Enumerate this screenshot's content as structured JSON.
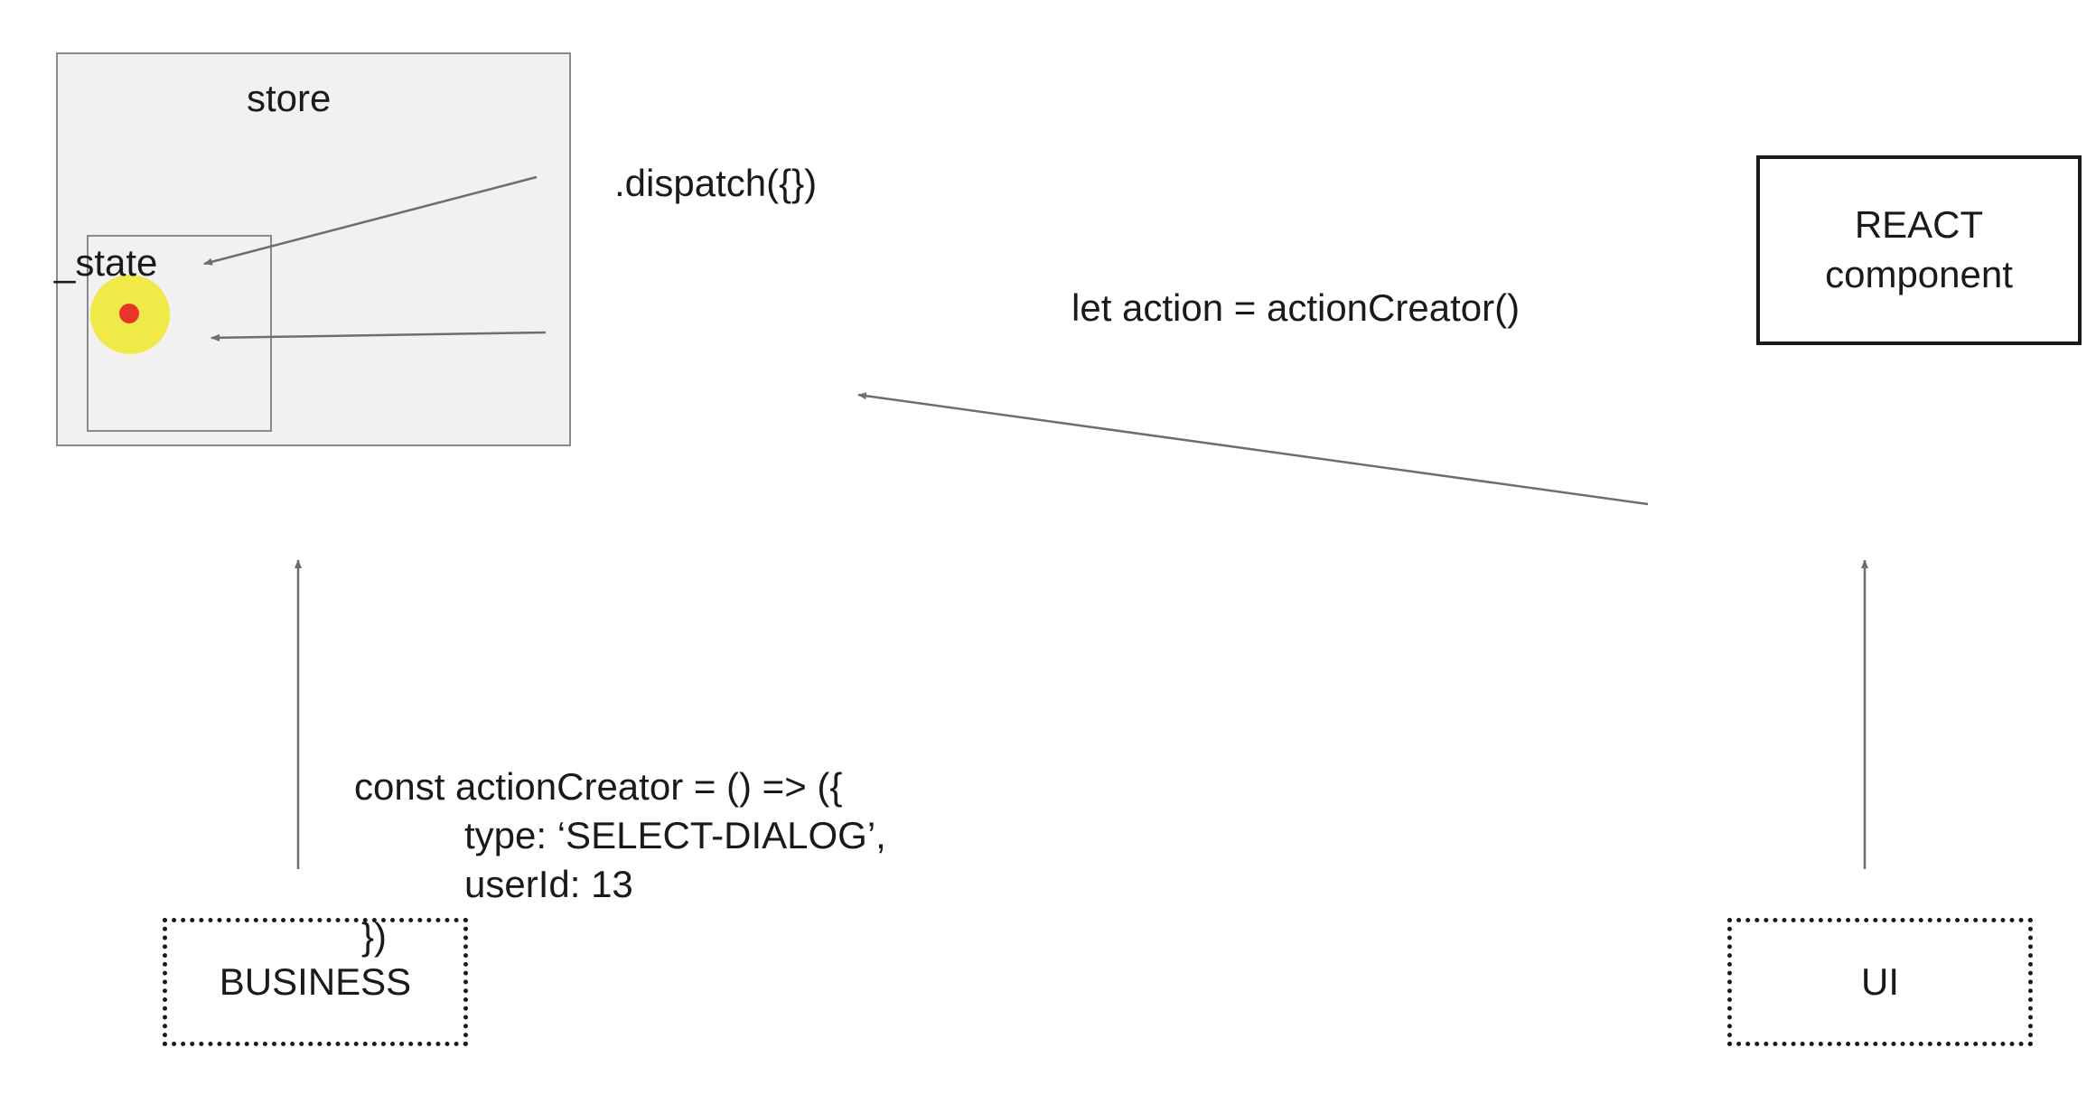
{
  "diagram": {
    "store_label": "store",
    "state_label": "_state",
    "dispatch_label": ".dispatch({})",
    "action_label": "let action = actionCreator()",
    "react_label_line1": "REACT",
    "react_label_line2": "component",
    "business_label": "BUSINESS",
    "ui_label": "UI",
    "code": {
      "line1": "const actionCreator = () => ({",
      "line2": "type: ‘SELECT-DIALOG’,",
      "line3": "userId: 13",
      "line4": "})"
    }
  },
  "colors": {
    "store_fill": "#f1f1f1",
    "border": "#8a8a8a",
    "cursor_halo": "#f0e93a",
    "cursor_dot": "#e8352a",
    "arrow": "#6e6e6e"
  },
  "icons": {
    "cursor": "pointer-highlight-icon"
  }
}
